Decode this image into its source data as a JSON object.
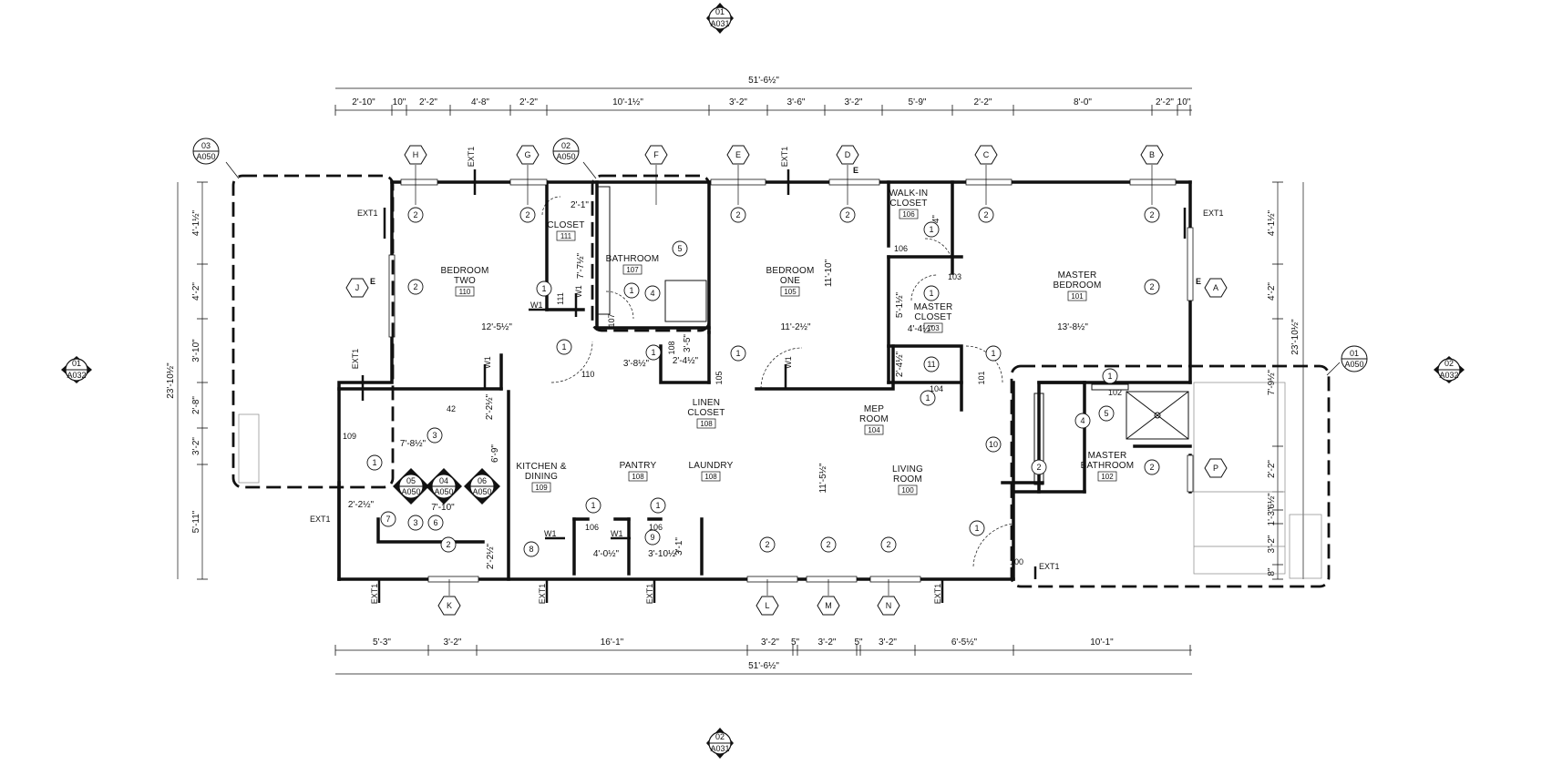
{
  "views": {
    "top": {
      "num": "01",
      "sheet": "A031"
    },
    "bottom": {
      "num": "02",
      "sheet": "A031"
    },
    "left": {
      "num": "01",
      "sheet": "A032"
    },
    "right": {
      "num": "02",
      "sheet": "A032"
    }
  },
  "callouts": {
    "c03": {
      "num": "03",
      "sheet": "A050"
    },
    "c02": {
      "num": "02",
      "sheet": "A050"
    },
    "c01": {
      "num": "01",
      "sheet": "A050"
    }
  },
  "interior_elev": {
    "e05": {
      "num": "05",
      "sheet": "A050"
    },
    "e04": {
      "num": "04",
      "sheet": "A050"
    },
    "e06": {
      "num": "06",
      "sheet": "A050"
    }
  },
  "overall_dims": {
    "top": "51'-6½\"",
    "bottom": "51'-6½\"",
    "left": "23'-10½\"",
    "right": "23'-10½\""
  },
  "dims_top": [
    "2'-10\"",
    "10\"",
    "2'-2\"",
    "4'-8\"",
    "2'-2\"",
    "10'-1½\"",
    "3'-2\"",
    "3'-6\"",
    "3'-2\"",
    "5'-9\"",
    "2'-2\"",
    "8'-0\"",
    "2'-2\"",
    "10\""
  ],
  "dims_bottom": [
    "5'-3\"",
    "3'-2\"",
    "16'-1\"",
    "3'-2\"",
    "5\"",
    "3'-2\"",
    "5\"",
    "3'-2\"",
    "6'-5½\"",
    "10'-1\""
  ],
  "dims_left": [
    "4'-1½\"",
    "4'-2\"",
    "3'-10\"",
    "2'-8\"",
    "3'-2\"",
    "5'-11\""
  ],
  "dims_right": [
    "4'-1½\"",
    "4'-2\"",
    "7'-9½\"",
    "2'-2\"",
    "6½\"",
    "1'-3\"",
    "3'-2\"",
    "8\""
  ],
  "dims_interior": {
    "d_2_1": "2'-1\"",
    "d_7_7": "7'-7½\"",
    "d_12_5": "12'-5½\"",
    "d_11_2": "11'-2½\"",
    "d_11_10": "11'-10\"",
    "d_13_8": "13'-8½\"",
    "d_4_4a": "4'-4\"",
    "d_5_1": "5'-1½\"",
    "d_4_4b": "4'-4½\"",
    "d_2_4a": "2'-4½\"",
    "d_3_8": "3'-8½\"",
    "d_3_5": "3'-5\"",
    "d_2_4b": "2'-4½\"",
    "d_2_2a": "2'-2½\"",
    "d_7_8": "7'-8½\"",
    "d_6_9": "6'-9\"",
    "d_11_5": "11'-5½\"",
    "d_2_2b": "2'-2½\"",
    "d_7_10": "7'-10\"",
    "d_2_2c": "2'-2½\"",
    "d_4_0": "4'-0½\"",
    "d_3_10": "3'-10½\"",
    "d_3_1": "3'-1\""
  },
  "grid_top": [
    "H",
    "G",
    "F",
    "E",
    "D",
    "C",
    "B"
  ],
  "grid_bottom": [
    "K",
    "L",
    "M",
    "N"
  ],
  "grid_side": {
    "left": "J",
    "right_a": "A",
    "right_p": "P"
  },
  "rooms": [
    {
      "name": "BEDROOM\nTWO",
      "num": "110"
    },
    {
      "name": "CLOSET",
      "num": "111"
    },
    {
      "name": "BATHROOM",
      "num": "107"
    },
    {
      "name": "BEDROOM\nONE",
      "num": "105"
    },
    {
      "name": "WALK-IN\nCLOSET",
      "num": "106"
    },
    {
      "name": "MASTER\nBEDROOM",
      "num": "101"
    },
    {
      "name": "MASTER\nCLOSET",
      "num": "103"
    },
    {
      "name": "LINEN\nCLOSET",
      "num": "108"
    },
    {
      "name": "MEP\nROOM",
      "num": "104"
    },
    {
      "name": "KITCHEN &\nDINING",
      "num": "109"
    },
    {
      "name": "PANTRY",
      "num": "108"
    },
    {
      "name": "LAUNDRY",
      "num": "108"
    },
    {
      "name": "LIVING\nROOM",
      "num": "100"
    },
    {
      "name": "MASTER\nBATHROOM",
      "num": "102"
    }
  ],
  "wall_tags": {
    "ext": "EXT1",
    "int": "W1"
  },
  "door_nums": {
    "d111": "111",
    "d107": "107",
    "d106a": "106",
    "d103": "103",
    "d108": "108",
    "d105": "105",
    "d104": "104",
    "d101": "101",
    "d102": "102",
    "d110": "110",
    "d109": "109",
    "d106b": "106",
    "d106c": "106",
    "d100": "100",
    "d42": "42"
  },
  "keynotes": {
    "k_w1": "2",
    "k_w2": "2",
    "k_w3": "2",
    "k_w4": "2",
    "k_w5": "2",
    "k_w6": "2",
    "k_w7": "2",
    "k_w8": "2",
    "k_b1": "2",
    "k_b2": "2",
    "k_b3": "2",
    "k_b4": "2",
    "k_r1": "2",
    "k_r2": "2",
    "k_c1": "1",
    "k_c2": "1",
    "k_c3": "1",
    "k_c4": "1",
    "k_c5": "1",
    "k_c6": "1",
    "k_c7": "1",
    "k_c8": "1",
    "k_c9": "1",
    "k_c10": "1",
    "k_c11": "1",
    "k_c12": "1",
    "k_c13": "1",
    "k_c14": "1",
    "k_4a": "4",
    "k_4b": "4",
    "k_5a": "5",
    "k_5b": "5",
    "k_3a": "3",
    "k_3b": "3",
    "k_6": "6",
    "k_7": "7",
    "k_8": "8",
    "k_9": "9",
    "k_10": "10",
    "k_11": "11"
  },
  "elev_marker": "E"
}
